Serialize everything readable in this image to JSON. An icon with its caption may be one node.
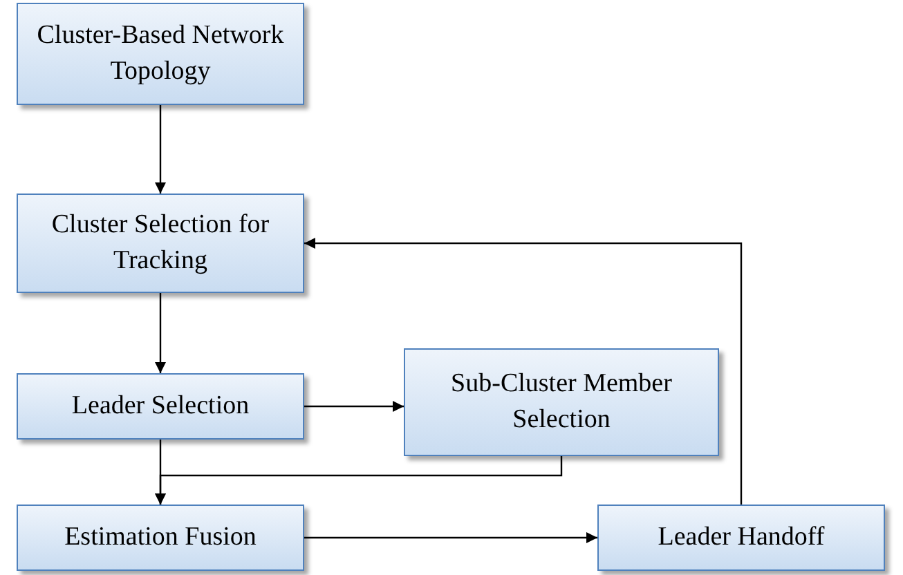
{
  "diagram": {
    "nodes": [
      {
        "text": [
          "Cluster-Based Network Topology"
        ]
      },
      {
        "text": [
          "Cluster Selection for Tracking"
        ]
      },
      {
        "text": [
          "Leader Selection"
        ]
      },
      {
        "text": [
          "Sub-Cluster Member Selection"
        ]
      },
      {
        "text": [
          "Estimation Fusion"
        ]
      },
      {
        "text": [
          "Leader Handoff"
        ]
      }
    ],
    "edges": [
      {
        "from": 0,
        "to": 1,
        "arrow": "to"
      },
      {
        "from": 1,
        "to": 2,
        "arrow": "to"
      },
      {
        "from": 2,
        "to": 3,
        "arrow": "to"
      },
      {
        "from": 2,
        "to": 4,
        "arrow": "to"
      },
      {
        "from": 3,
        "to": 4,
        "arrow": "to"
      },
      {
        "from": 4,
        "to": 5,
        "arrow": "to"
      },
      {
        "from": 5,
        "to": 1,
        "arrow": "to"
      }
    ]
  }
}
